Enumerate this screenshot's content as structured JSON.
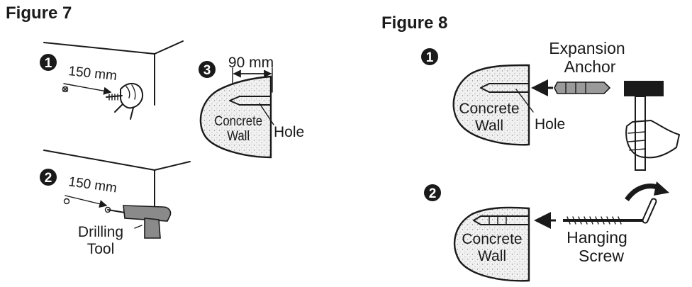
{
  "figure7": {
    "title": "Figure 7",
    "steps": [
      {
        "number": "1",
        "distance": "150 mm"
      },
      {
        "number": "2",
        "distance": "150 mm",
        "tool_line1": "Drilling",
        "tool_line2": "Tool"
      },
      {
        "number": "3",
        "depth": "90 mm",
        "wall_line1": "Concrete",
        "wall_line2": "Wall",
        "hole": "Hole"
      }
    ]
  },
  "figure8": {
    "title": "Figure 8",
    "steps": [
      {
        "number": "1",
        "anchor_line1": "Expansion",
        "anchor_line2": "Anchor",
        "wall_line1": "Concrete",
        "wall_line2": "Wall",
        "hole": "Hole"
      },
      {
        "number": "2",
        "wall_line1": "Concrete",
        "wall_line2": "Wall",
        "screw_line1": "Hanging",
        "screw_line2": "Screw"
      }
    ]
  },
  "icons": [
    "hand-screw-icon",
    "drill-icon",
    "expansion-anchor-icon",
    "hammer-icon",
    "hanging-screw-icon",
    "rotate-arrow-icon"
  ],
  "colors": {
    "ink": "#1a1a1a",
    "wall_fill": "#f1f1f1",
    "tool_grey": "#8a8a8a"
  }
}
